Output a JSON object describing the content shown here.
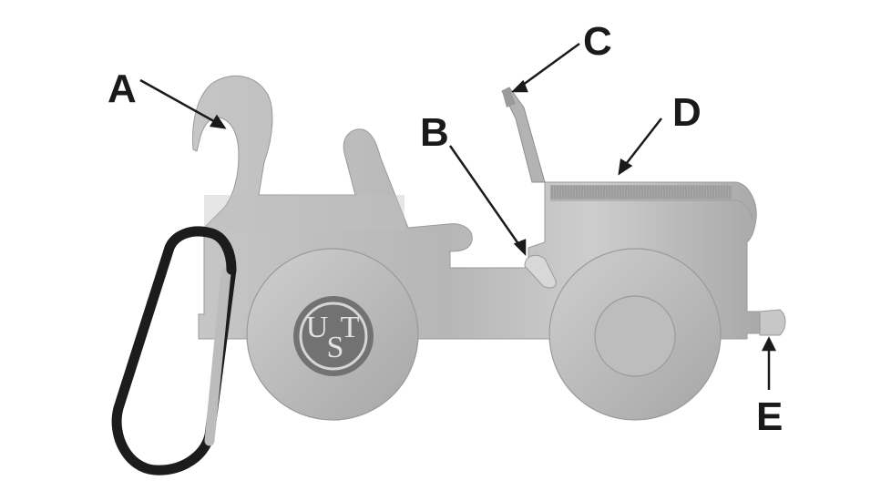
{
  "logo": {
    "mark": "UST",
    "letter_u": "U",
    "letter_s": "S",
    "letter_t": "T"
  },
  "callouts": {
    "a": "A",
    "b": "B",
    "c": "C",
    "d": "D",
    "e": "E"
  },
  "colors": {
    "body": "#b8b8b8",
    "body_shadow": "#9d9d9d",
    "outline": "#8c8c8c",
    "carabiner": "#1c1c1c",
    "label": "#1a1a1a",
    "logo_disc": "#727272"
  }
}
